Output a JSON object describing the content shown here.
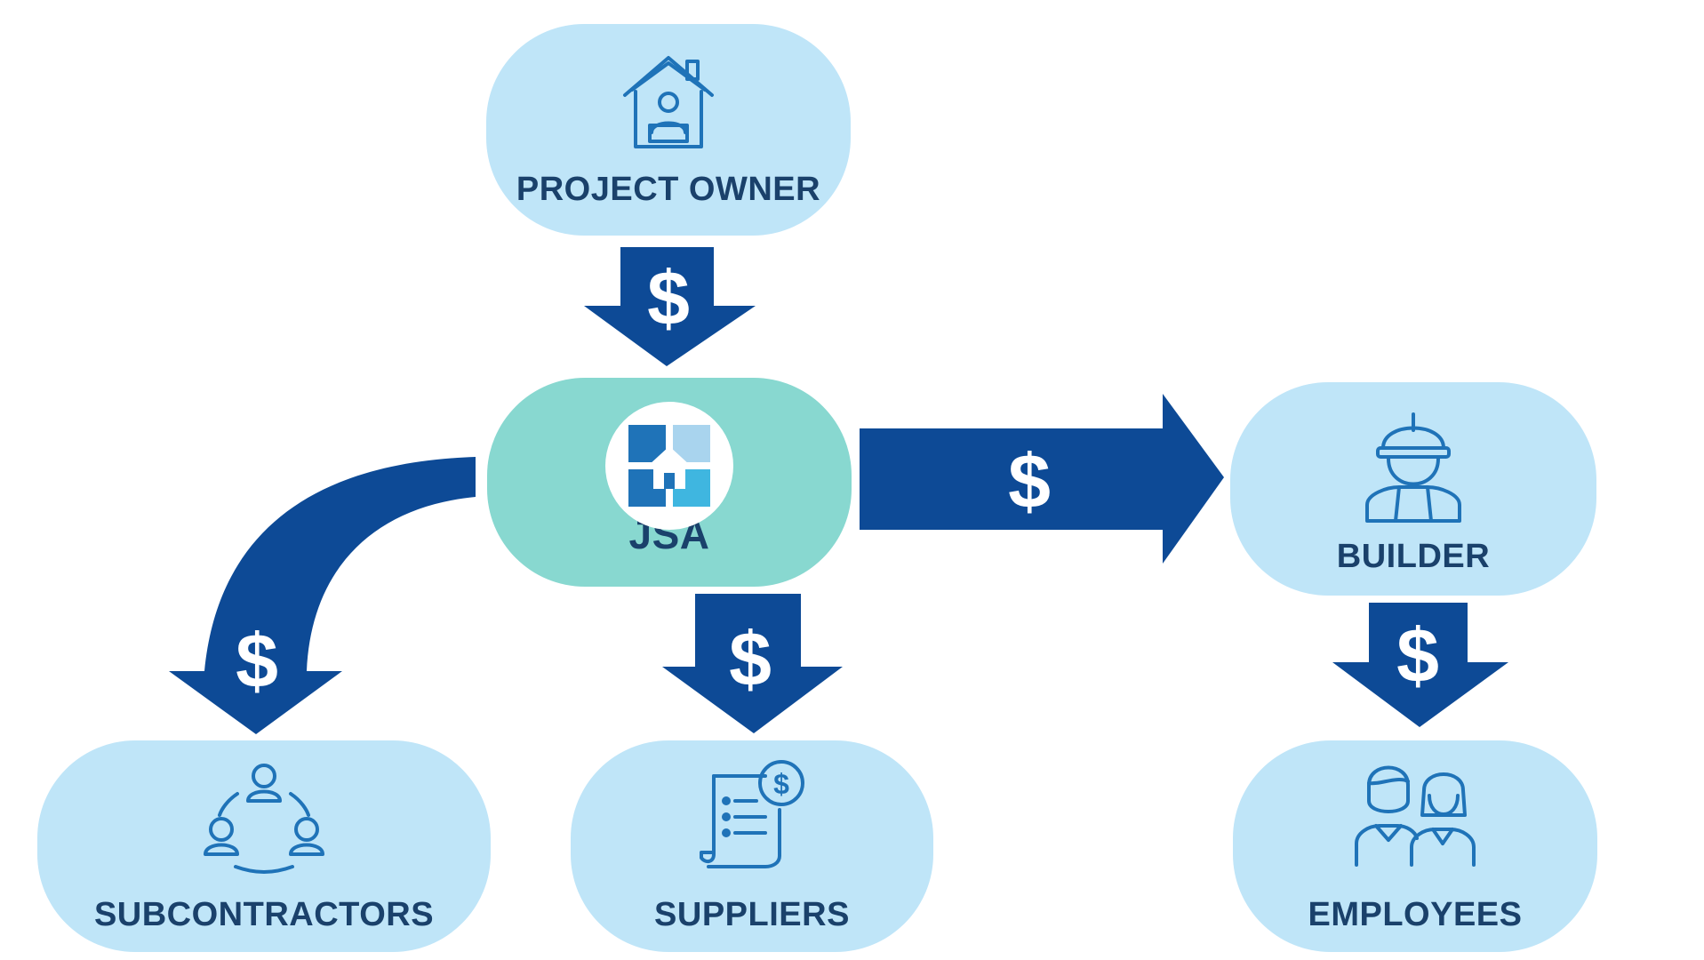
{
  "colors": {
    "node_fill": "#bfe5f8",
    "hub_fill": "#88d8d0",
    "arrow_fill": "#0d4a96",
    "label_text": "#1a416b",
    "icon_stroke": "#1f73b8"
  },
  "nodes": {
    "project_owner": {
      "label": "PROJECT OWNER",
      "icon": "house-person-icon"
    },
    "jsa": {
      "label": "JSA",
      "icon": "jsa-logo-icon"
    },
    "builder": {
      "label": "BUILDER",
      "icon": "hardhat-worker-icon"
    },
    "subcontractors": {
      "label": "SUBCONTRACTORS",
      "icon": "team-circle-icon"
    },
    "suppliers": {
      "label": "SUPPLIERS",
      "icon": "invoice-dollar-icon"
    },
    "employees": {
      "label": "EMPLOYEES",
      "icon": "people-pair-icon"
    }
  },
  "arrows": {
    "owner_to_jsa": "$",
    "jsa_to_builder": "$",
    "jsa_to_subcontractors": "$",
    "jsa_to_suppliers": "$",
    "builder_to_employees": "$"
  }
}
